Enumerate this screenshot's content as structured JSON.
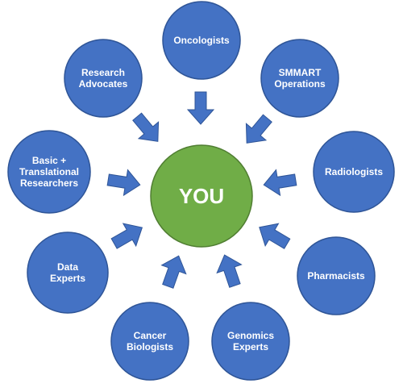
{
  "center": {
    "label": "YOU",
    "color": "#70ad47"
  },
  "node_color": "#4472c4",
  "nodes": [
    {
      "id": "oncologists",
      "lines": [
        "Oncologists"
      ]
    },
    {
      "id": "smmart-operations",
      "lines": [
        "SMMART",
        "Operations"
      ]
    },
    {
      "id": "radiologists",
      "lines": [
        "Radiologists"
      ]
    },
    {
      "id": "pharmacists",
      "lines": [
        "Pharmacists"
      ]
    },
    {
      "id": "genomics-experts",
      "lines": [
        "Genomics",
        "Experts"
      ]
    },
    {
      "id": "cancer-biologists",
      "lines": [
        "Cancer",
        "Biologists"
      ]
    },
    {
      "id": "data-experts",
      "lines": [
        "Data",
        "Experts"
      ]
    },
    {
      "id": "basic-translational-researchers",
      "lines": [
        "Basic +",
        "Translational",
        "Researchers"
      ]
    },
    {
      "id": "research-advocates",
      "lines": [
        "Research",
        "Advocates"
      ]
    }
  ]
}
